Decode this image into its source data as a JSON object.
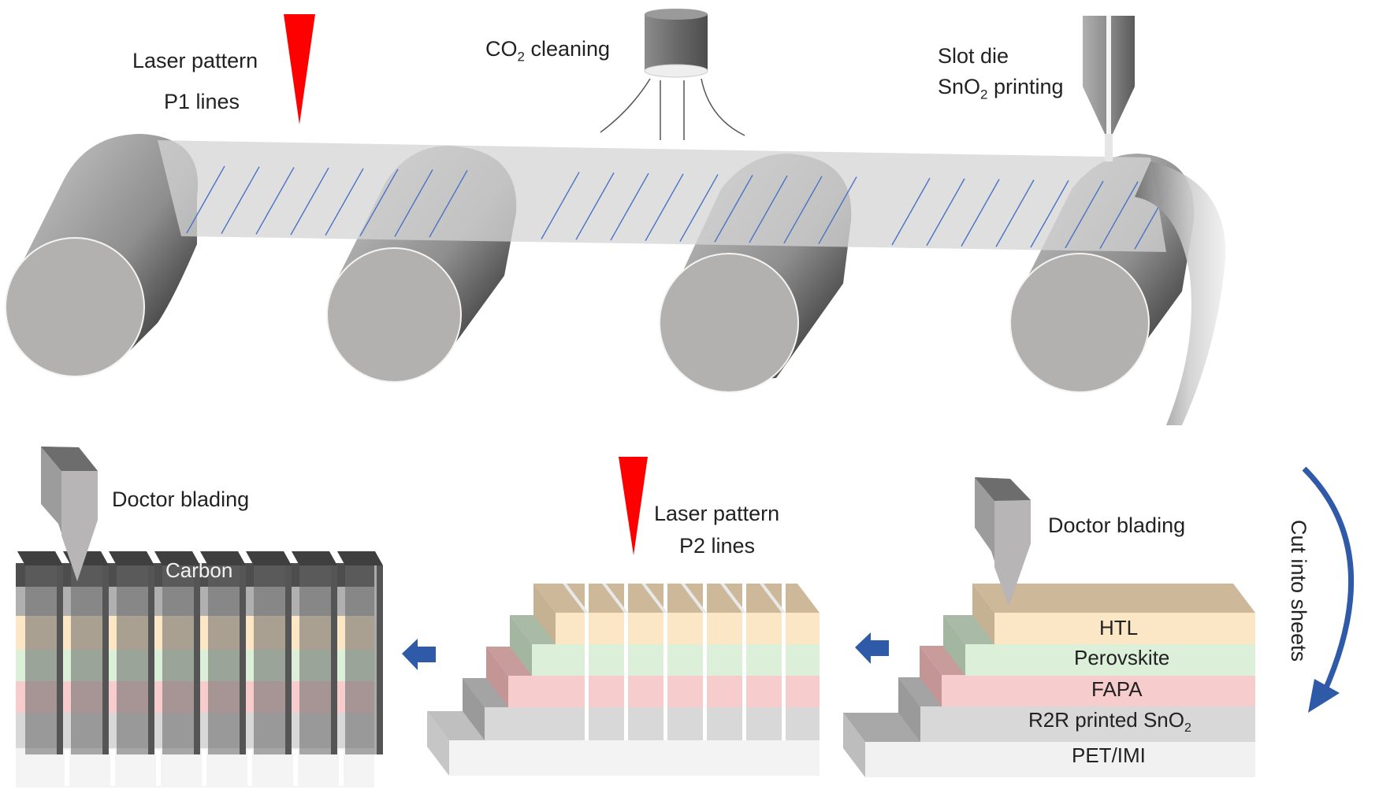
{
  "top_process": {
    "laser_p1": {
      "line1": "Laser pattern",
      "line2": "P1 lines"
    },
    "co2_cleaning": {
      "prefix": "CO",
      "sub": "2",
      "suffix": " cleaning"
    },
    "slot_die": {
      "line1": "Slot die",
      "line2_prefix": "SnO",
      "line2_sub": "2",
      "line2_suffix": " printing"
    }
  },
  "cut_label": "Cut into sheets",
  "stack_right": {
    "tool_label": "Doctor blading",
    "layers": {
      "htl": "HTL",
      "perovskite": "Perovskite",
      "fapa": "FAPA",
      "sno2_prefix": "R2R printed SnO",
      "sno2_sub": "2",
      "substrate": "PET/IMI"
    }
  },
  "stack_middle": {
    "laser_line1": "Laser pattern",
    "laser_line2": "P2 lines"
  },
  "stack_left": {
    "tool_label": "Doctor blading",
    "carbon_label": "Carbon"
  },
  "colors": {
    "laser_red": "#ff0000",
    "arrow_blue": "#2e5aa8",
    "web_gray": "#d9d9d9",
    "pattern_line_blue": "#4a72c4",
    "htl_color": "#fbe7c6",
    "htl_top": "#cdb99a",
    "perovskite_color": "#dcefd8",
    "perovskite_top": "#a9bba6",
    "fapa_color": "#f7cccc",
    "fapa_top": "#c99c9c",
    "sno2_color": "#d8d8d8",
    "substrate_color": "#f1f1f1",
    "carbon_color": "#666666"
  }
}
